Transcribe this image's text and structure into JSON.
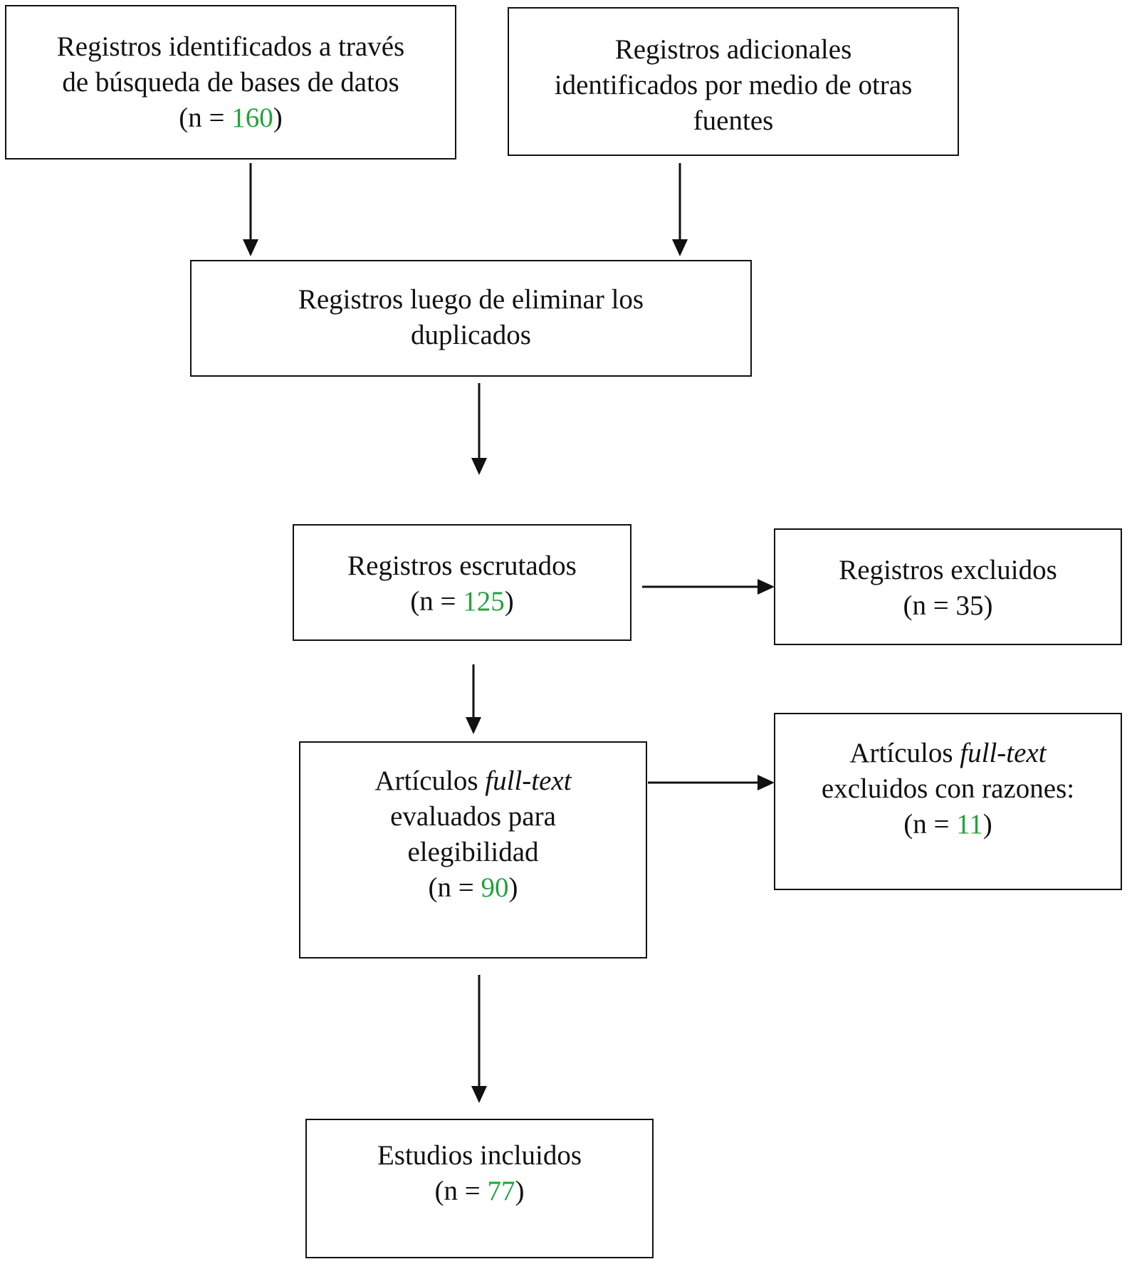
{
  "colors": {
    "highlight": "#22a33a",
    "stroke": "#111111"
  },
  "boxes": {
    "database_records": {
      "line1": "Registros identificados a través",
      "line2": "de búsqueda de bases de datos",
      "n_prefix": "(n = ",
      "n_value": "160",
      "n_suffix": ")"
    },
    "additional_records": {
      "line1": "Registros adicionales",
      "line2": "identificados por medio de otras",
      "line3": "fuentes"
    },
    "after_duplicates": {
      "line1": "Registros luego de eliminar los",
      "line2": "duplicados"
    },
    "screened": {
      "line1": "Registros escrutados",
      "n_prefix": "(n = ",
      "n_value": "125",
      "n_suffix": ")"
    },
    "excluded": {
      "line1": "Registros excluidos",
      "n_text": "(n = 35)"
    },
    "fulltext_assessed": {
      "line1_prefix": "Artículos ",
      "line1_italic": "full-text",
      "line2": "evaluados para",
      "line3": "elegibilidad",
      "n_prefix": "(n = ",
      "n_value": "90",
      "n_suffix": ")"
    },
    "fulltext_excluded": {
      "line1_prefix": "Artículos ",
      "line1_italic": "full-text",
      "line2": "excluidos con razones:",
      "n_prefix": "(n = ",
      "n_value": "11",
      "n_suffix": ")"
    },
    "included": {
      "line1": "Estudios incluidos",
      "n_prefix": "(n = ",
      "n_value": "77",
      "n_suffix": ")"
    }
  }
}
